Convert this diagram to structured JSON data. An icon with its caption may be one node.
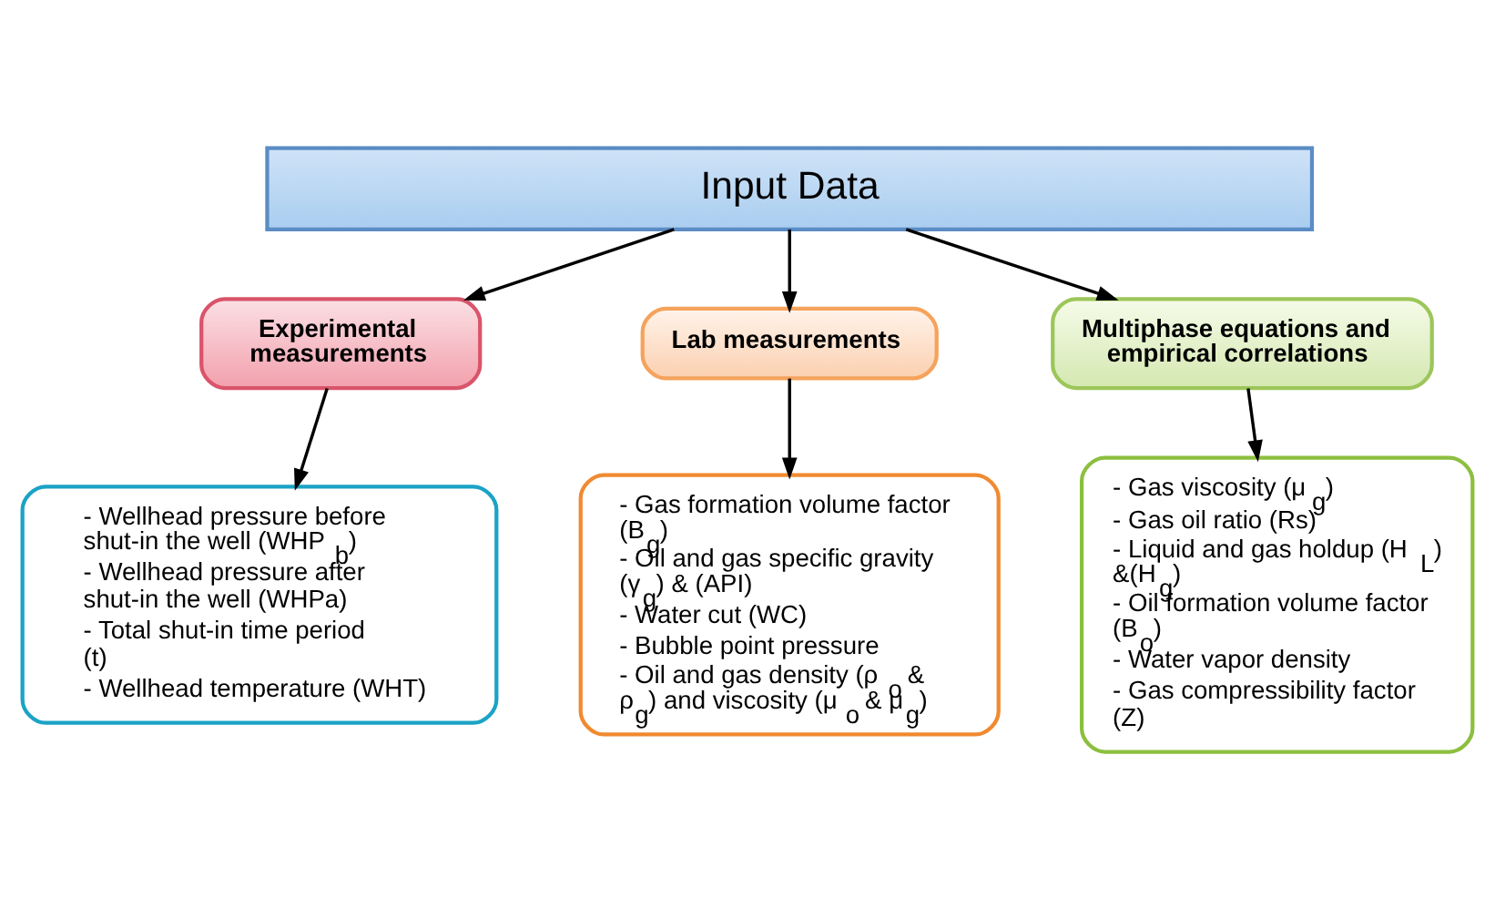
{
  "diagram": {
    "nodes": [
      {
        "text": [
          "Input Data"
        ]
      },
      {
        "text": [
          "Experimental measurements"
        ]
      },
      {
        "text": [
          "Lab measurements"
        ]
      },
      {
        "text": [
          "Multiphase equations and empirical correlations"
        ]
      },
      {
        "text": [
          "- Wellhead pressure before shut-in the well (WHP$_{b}$)",
          "- Wellhead pressure after shut-in the well (WHPa)",
          "- Total shut-in time period (t)",
          "- Wellhead temperature (WHT)"
        ]
      },
      {
        "text": [
          "- Gas formation volume factor (B$_{g}$)",
          "- Oil and gas specific gravity (γ$_{g}$) & (API)",
          "- Water cut (WC)",
          "- Bubble point pressure",
          "- Oil and gas density (ρ$_{o}$ & ρ$_{g}$) and viscosity (μ$_{o}$ & μ$_{g}$)"
        ]
      },
      {
        "text": [
          "- Gas viscosity (μ$_{g}$)",
          "- Gas oil ratio (Rs)",
          "- Liquid and gas holdup (H$_{L}$) &(H$_{g}$)",
          "- Oil formation volume factor (B$_{o}$)",
          "- Water vapor density",
          "- Gas compressibility factor (Z)"
        ]
      }
    ],
    "edges": [
      {
        "from": 0,
        "to": 1,
        "arrow": "to"
      },
      {
        "from": 0,
        "to": 2,
        "arrow": "to"
      },
      {
        "from": 0,
        "to": 3,
        "arrow": "to"
      },
      {
        "from": 1,
        "to": 4,
        "arrow": "to"
      },
      {
        "from": 2,
        "to": 5,
        "arrow": "to"
      },
      {
        "from": 3,
        "to": 6,
        "arrow": "to"
      }
    ]
  }
}
